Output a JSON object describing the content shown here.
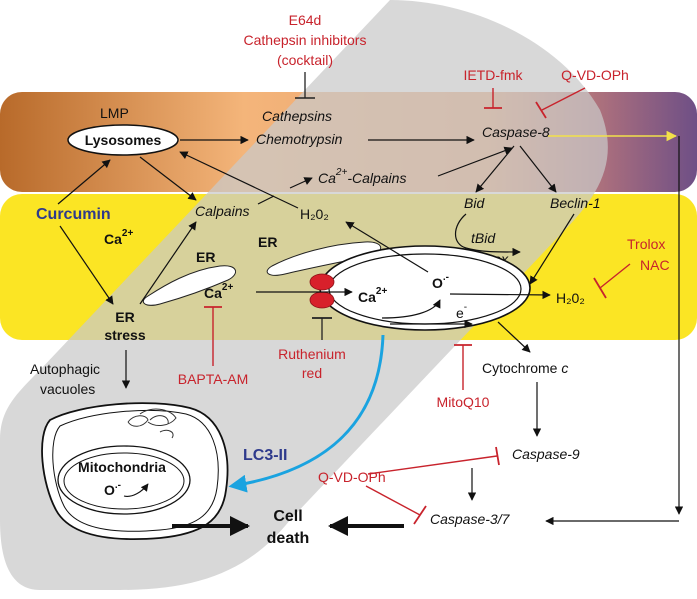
{
  "colors": {
    "inhibitor": "#c8232c",
    "blue_label": "#2e3a8c",
    "yellow_band": "#fbe524",
    "lc3_arrow": "#1aa3e0",
    "grey_overlay": "#cfcfcf"
  },
  "inhibitors": {
    "e64d": "E64d",
    "cathepsin_inhibitors": "Cathepsin inhibitors",
    "cocktail": "(cocktail)",
    "ietd_fmk": "IETD-fmk",
    "qvd_oph_top": "Q-VD-OPh",
    "trolox": "Trolox",
    "nac": "NAC",
    "bapta_am": "BAPTA-AM",
    "ruthenium": "Ruthenium",
    "red": "red",
    "mitoq10": "MitoQ10",
    "qvd_oph_bottom": "Q-VD-OPh"
  },
  "nodes": {
    "lmp": "LMP",
    "lysosomes": "Lysosomes",
    "cathepsins": "Cathepsins",
    "chemotrypsin": "Chemotrypsin",
    "caspase8": "Caspase-8",
    "ca_calpains_prefix": "Ca",
    "ca_calpains_sup": "2+",
    "ca_calpains_suffix": "-Calpains",
    "curcumin": "Curcumin",
    "ca_left": "Ca",
    "ca_left_sup": "2+",
    "calpains": "Calpains",
    "er_1": "ER",
    "er_2": "ER",
    "h2o2_upper": "H₂0₂",
    "bid": "Bid",
    "beclin1": "Beclin-1",
    "tbid": "tBid",
    "bax": "Bax",
    "ca_er": "Ca",
    "ca_er_sup": "2+",
    "ca_mito": "Ca",
    "ca_mito_sup": "2+",
    "superoxide": "O",
    "superoxide_sup": ".-",
    "electron": "e",
    "electron_sup": "-",
    "h2o2_right": "H₂0₂",
    "er_stress_1": "ER",
    "er_stress_2": "stress",
    "cytochrome": "Cytochrome",
    "cytochrome_c": "c",
    "autophagic_1": "Autophagic",
    "autophagic_2": "vacuoles",
    "lc3": "LC3-II",
    "caspase9": "Caspase-9",
    "mitochondria": "Mitochondria",
    "mito_o": "O",
    "mito_o_sup": ".-",
    "caspase37": "Caspase-3/7",
    "cell": "Cell",
    "death": "death"
  }
}
